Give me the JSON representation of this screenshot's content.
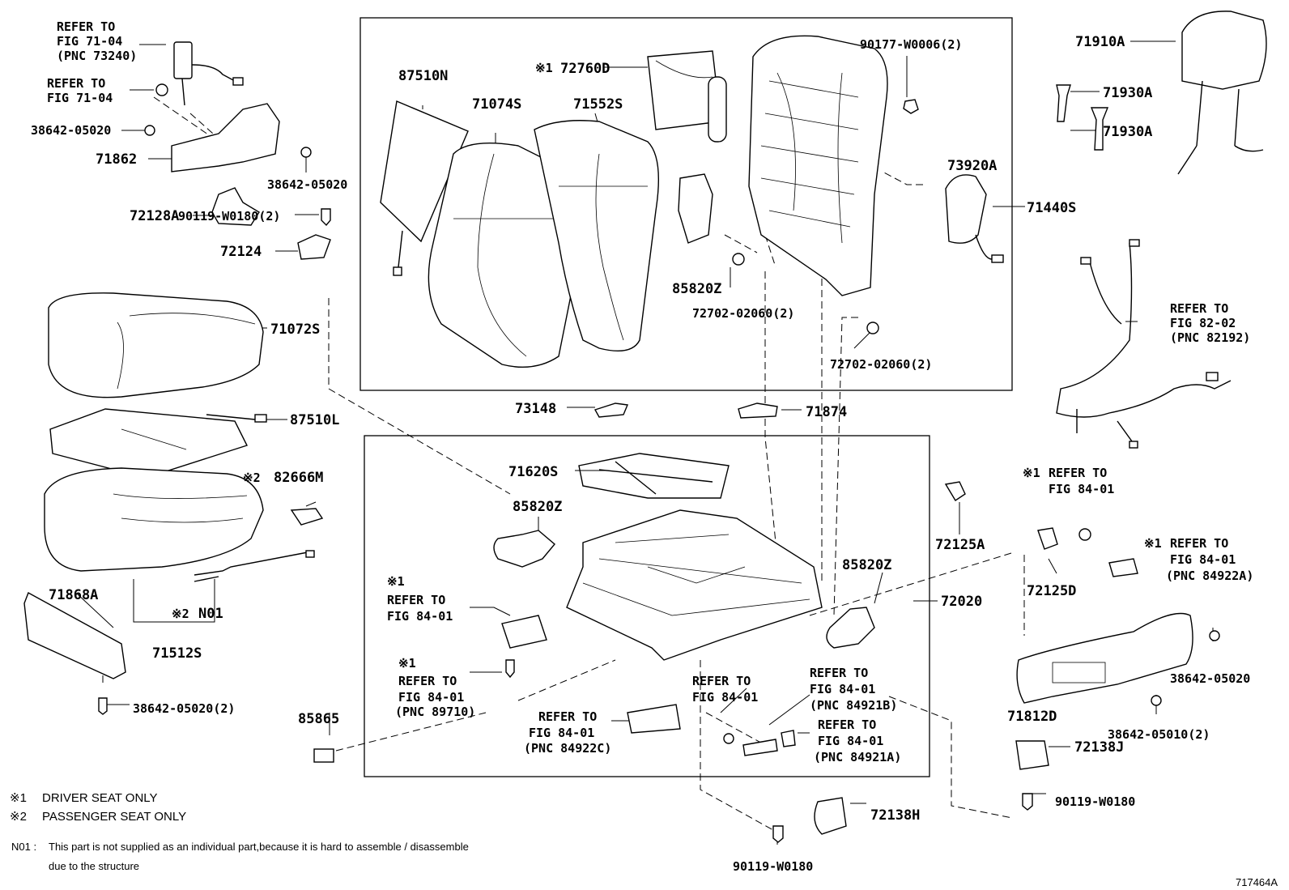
{
  "figure_id": "717464A",
  "labels": {
    "l_refer_7104_a": "REFER TO",
    "l_refer_7104_b": "FIG 71-04",
    "l_refer_7104_c": "(PNC 73240)",
    "l_refer_7104b_a": "REFER TO",
    "l_refer_7104b_b": "FIG 71-04",
    "p38642_05020_a": "38642-05020",
    "p71862": "71862",
    "p38642_05020_b": "38642-05020",
    "p72128A": "72128A",
    "p72124": "72124",
    "p90119_W0180_2": "90119-W0180(2)",
    "p71072S": "71072S",
    "p87510L": "87510L",
    "p82666M": "82666M",
    "p71868A": "71868A",
    "pN01": "N01",
    "p71512S": "71512S",
    "p38642_05020_2": "38642-05020(2)",
    "p85865": "85865",
    "p87510N": "87510N",
    "p71074S": "71074S",
    "p72760D": "72760D",
    "p71552S": "71552S",
    "p90177_W0006_2": "90177-W0006(2)",
    "p73920A": "73920A",
    "p71440S": "71440S",
    "p85820Z_a": "85820Z",
    "p72702_a": "72702-02060(2)",
    "p72702_b": "72702-02060(2)",
    "p71910A": "71910A",
    "p71930A_a": "71930A",
    "p71930A_b": "71930A",
    "l_refer_8202_a": "REFER TO",
    "l_refer_8202_b": "FIG 82-02",
    "l_refer_8202_c": "(PNC 82192)",
    "p73148": "73148",
    "p71874": "71874",
    "p71620S": "71620S",
    "p85820Z_b": "85820Z",
    "p85820Z_c": "85820Z",
    "p72020": "72020",
    "p72125A": "72125A",
    "p72125D": "72125D",
    "l_refer_8401_t_a": "REFER TO",
    "l_refer_8401_t_b": "FIG 84-01",
    "l_refer_84922A_a": "REFER TO",
    "l_refer_84922A_b": "FIG 84-01",
    "l_refer_84922A_c": "(PNC 84922A)",
    "p38642_05020_c": "38642-05020",
    "p71812D": "71812D",
    "p38642_05010_2": "38642-05010(2)",
    "p72138J": "72138J",
    "p90119_W0180_a": "90119-W0180",
    "p72138H": "72138H",
    "p90119_W0180_b": "90119-W0180",
    "l_refer_a_a": "REFER TO",
    "l_refer_a_b": "FIG 84-01",
    "l_refer_89710_a": "REFER TO",
    "l_refer_89710_b": "FIG 84-01",
    "l_refer_89710_c": "(PNC 89710)",
    "l_refer_84922C_a": "REFER TO",
    "l_refer_84922C_b": "FIG 84-01",
    "l_refer_84922C_c": "(PNC 84922C)",
    "l_refer_m_a": "REFER TO",
    "l_refer_m_b": "FIG 84-01",
    "l_refer_84921B_a": "REFER TO",
    "l_refer_84921B_b": "FIG 84-01",
    "l_refer_84921B_c": "(PNC 84921B)",
    "l_refer_84921A_a": "REFER TO",
    "l_refer_84921A_b": "FIG 84-01",
    "l_refer_84921A_c": "(PNC 84921A)"
  },
  "marks": {
    "note1": "※1",
    "note2": "※2"
  },
  "legend": {
    "note1_text": "DRIVER SEAT ONLY",
    "note2_text": "PASSENGER SEAT ONLY",
    "n01_code": "N01 :",
    "n01_line1": "This part is not supplied as an individual part,because it is hard to assemble / disassemble",
    "n01_line2": "due to the structure"
  }
}
